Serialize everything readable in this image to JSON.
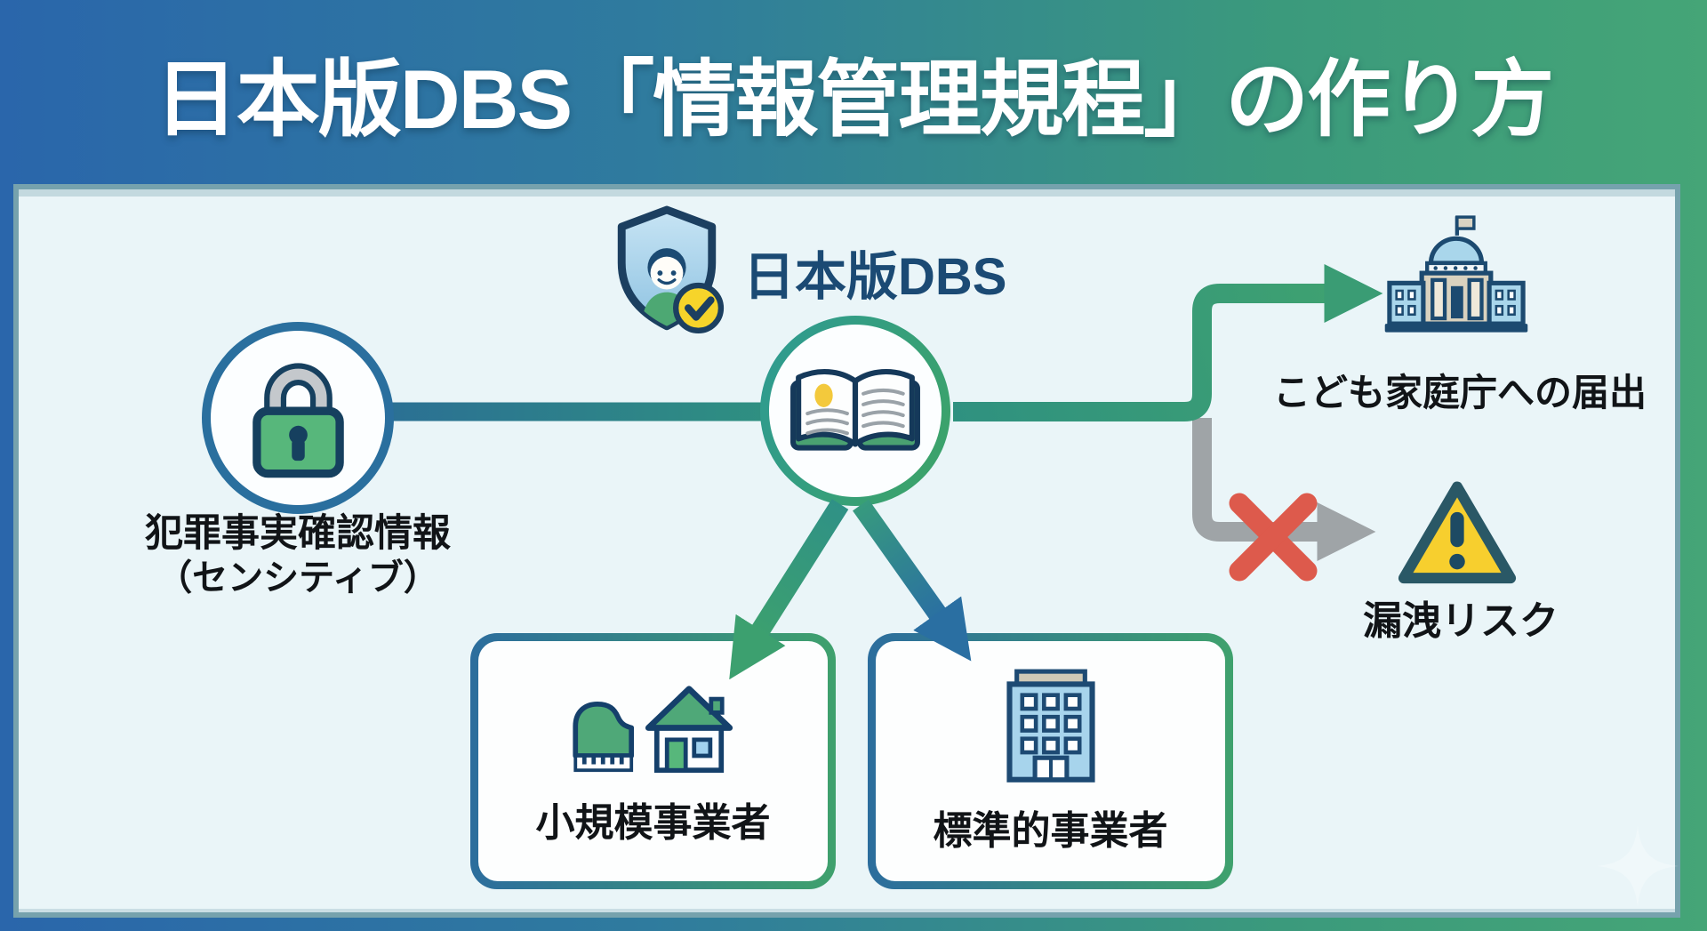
{
  "header": {
    "title": "日本版DBS「情報管理規程」の作り方"
  },
  "center": {
    "dbs_label": "日本版DBS",
    "shield_icon": "shield-child-check-icon",
    "book_icon": "open-book-icon"
  },
  "source": {
    "line1": "犯罪事実確認情報",
    "line2": "（センシティブ）",
    "icon": "padlock-icon"
  },
  "report": {
    "label": "こども家庭庁への届出",
    "icon": "government-building-icon"
  },
  "risk": {
    "label": "漏洩リスク",
    "icon": "warning-triangle-icon",
    "blocked_icon": "red-cross-icon"
  },
  "operators": {
    "small": {
      "label": "小規模事業者",
      "icon": "piano-house-icon"
    },
    "standard": {
      "label": "標準的事業者",
      "icon": "office-building-icon"
    }
  },
  "colors": {
    "header_gradient_left": "#2a66ab",
    "header_gradient_right": "#45a577",
    "panel_bg": "#eaf5f8",
    "accent_green": "#3a9c74",
    "accent_blue": "#2a6f9e",
    "line_teal": "#2b7094",
    "arrow_gray": "#9fa4a7",
    "cross_red": "#dd5a4c",
    "badge_yellow": "#f6d42a",
    "dbs_text": "#1b4a74",
    "label_text": "#111417"
  }
}
